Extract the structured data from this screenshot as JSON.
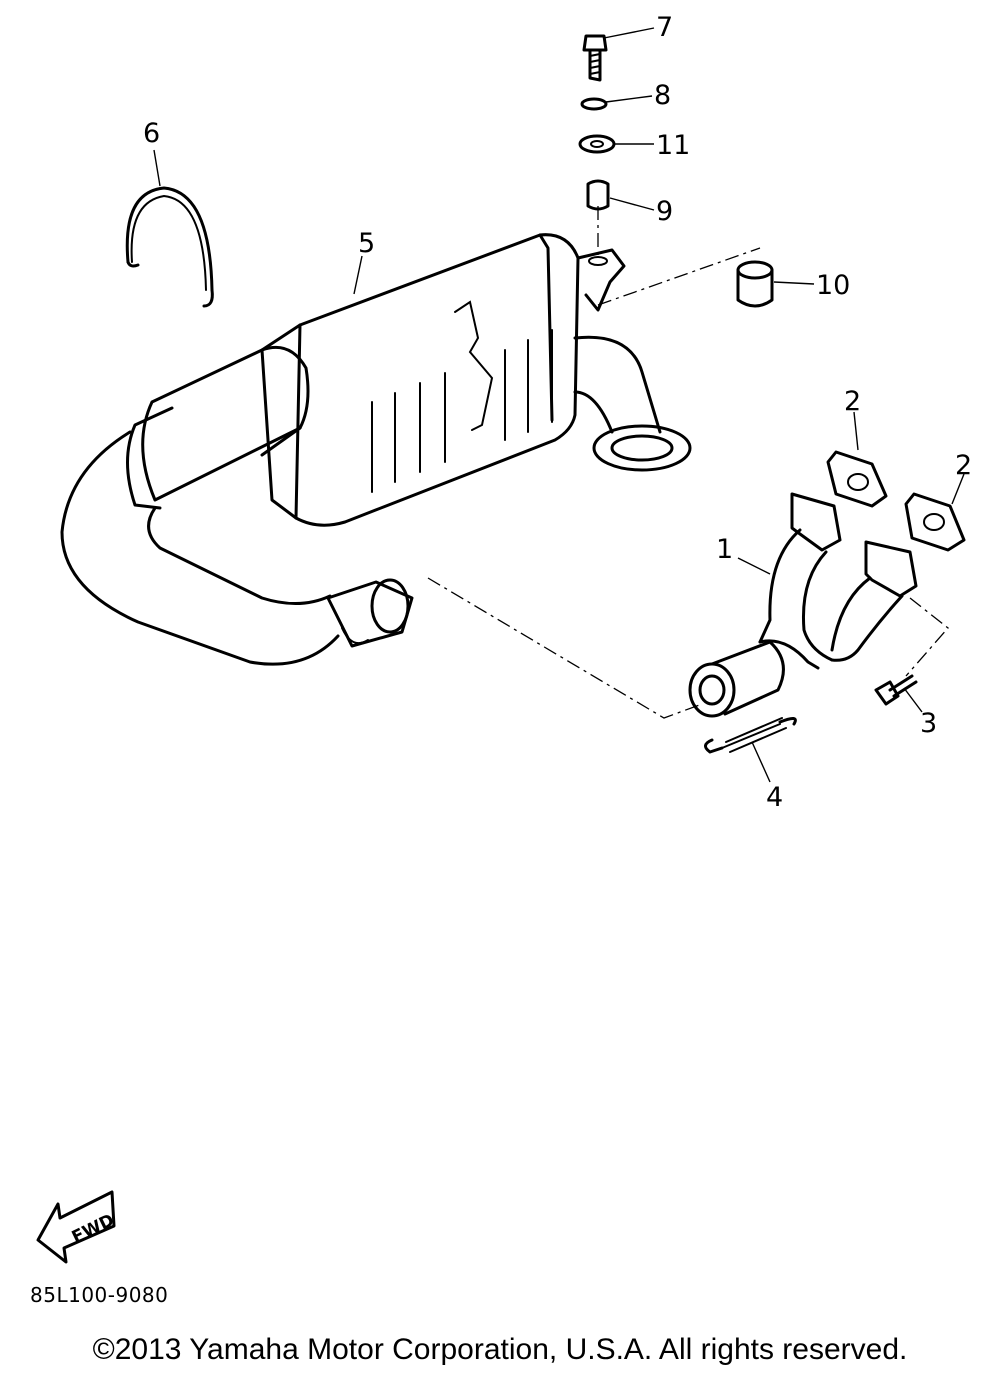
{
  "callouts": {
    "c1": "1",
    "c2a": "2",
    "c2b": "2",
    "c3": "3",
    "c4": "4",
    "c5": "5",
    "c6": "6",
    "c7": "7",
    "c8": "8",
    "c9": "9",
    "c10": "10",
    "c11": "11"
  },
  "direction_label": "FWD",
  "diagram_code": "85L100-9080",
  "copyright": "©2013 Yamaha Motor Corporation, U.S.A. All rights reserved."
}
